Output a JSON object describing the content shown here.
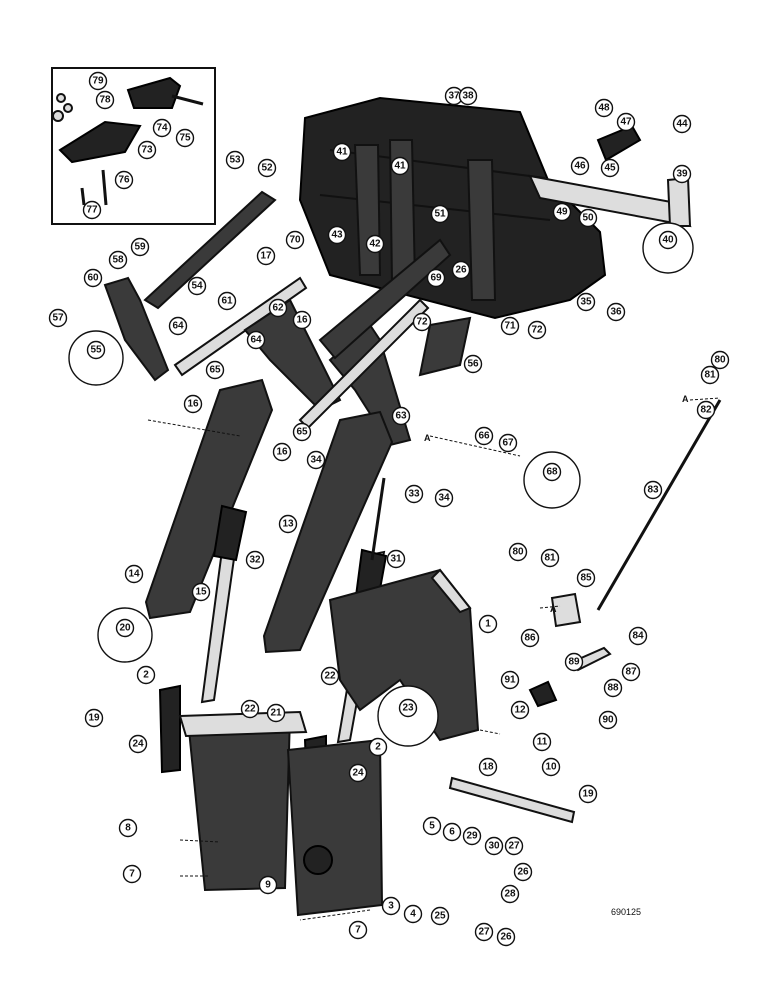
{
  "drawing_number": "690125",
  "reference_letter": "A",
  "callouts": [
    "37",
    "38",
    "48",
    "47",
    "44",
    "46",
    "45",
    "39",
    "41",
    "41",
    "51",
    "49",
    "50",
    "43",
    "42",
    "40",
    "53",
    "52",
    "17",
    "70",
    "59",
    "58",
    "54",
    "60",
    "26",
    "69",
    "35",
    "36",
    "57",
    "61",
    "62",
    "16",
    "64",
    "72",
    "71",
    "72",
    "55",
    "64",
    "65",
    "56",
    "16",
    "65",
    "63",
    "16",
    "34",
    "66",
    "67",
    "68",
    "33",
    "34",
    "80",
    "81",
    "82",
    "83",
    "13",
    "32",
    "31",
    "14",
    "15",
    "80",
    "81",
    "85",
    "1",
    "84",
    "86",
    "89",
    "87",
    "91",
    "88",
    "90",
    "20",
    "2",
    "22",
    "22",
    "21",
    "23",
    "19",
    "24",
    "12",
    "11",
    "2",
    "10",
    "24",
    "18",
    "19",
    "8",
    "5",
    "6",
    "29",
    "30",
    "27",
    "26",
    "7",
    "9",
    "3",
    "4",
    "25",
    "28",
    "7",
    "27",
    "26",
    "79",
    "78",
    "74",
    "75",
    "73",
    "76",
    "77"
  ]
}
